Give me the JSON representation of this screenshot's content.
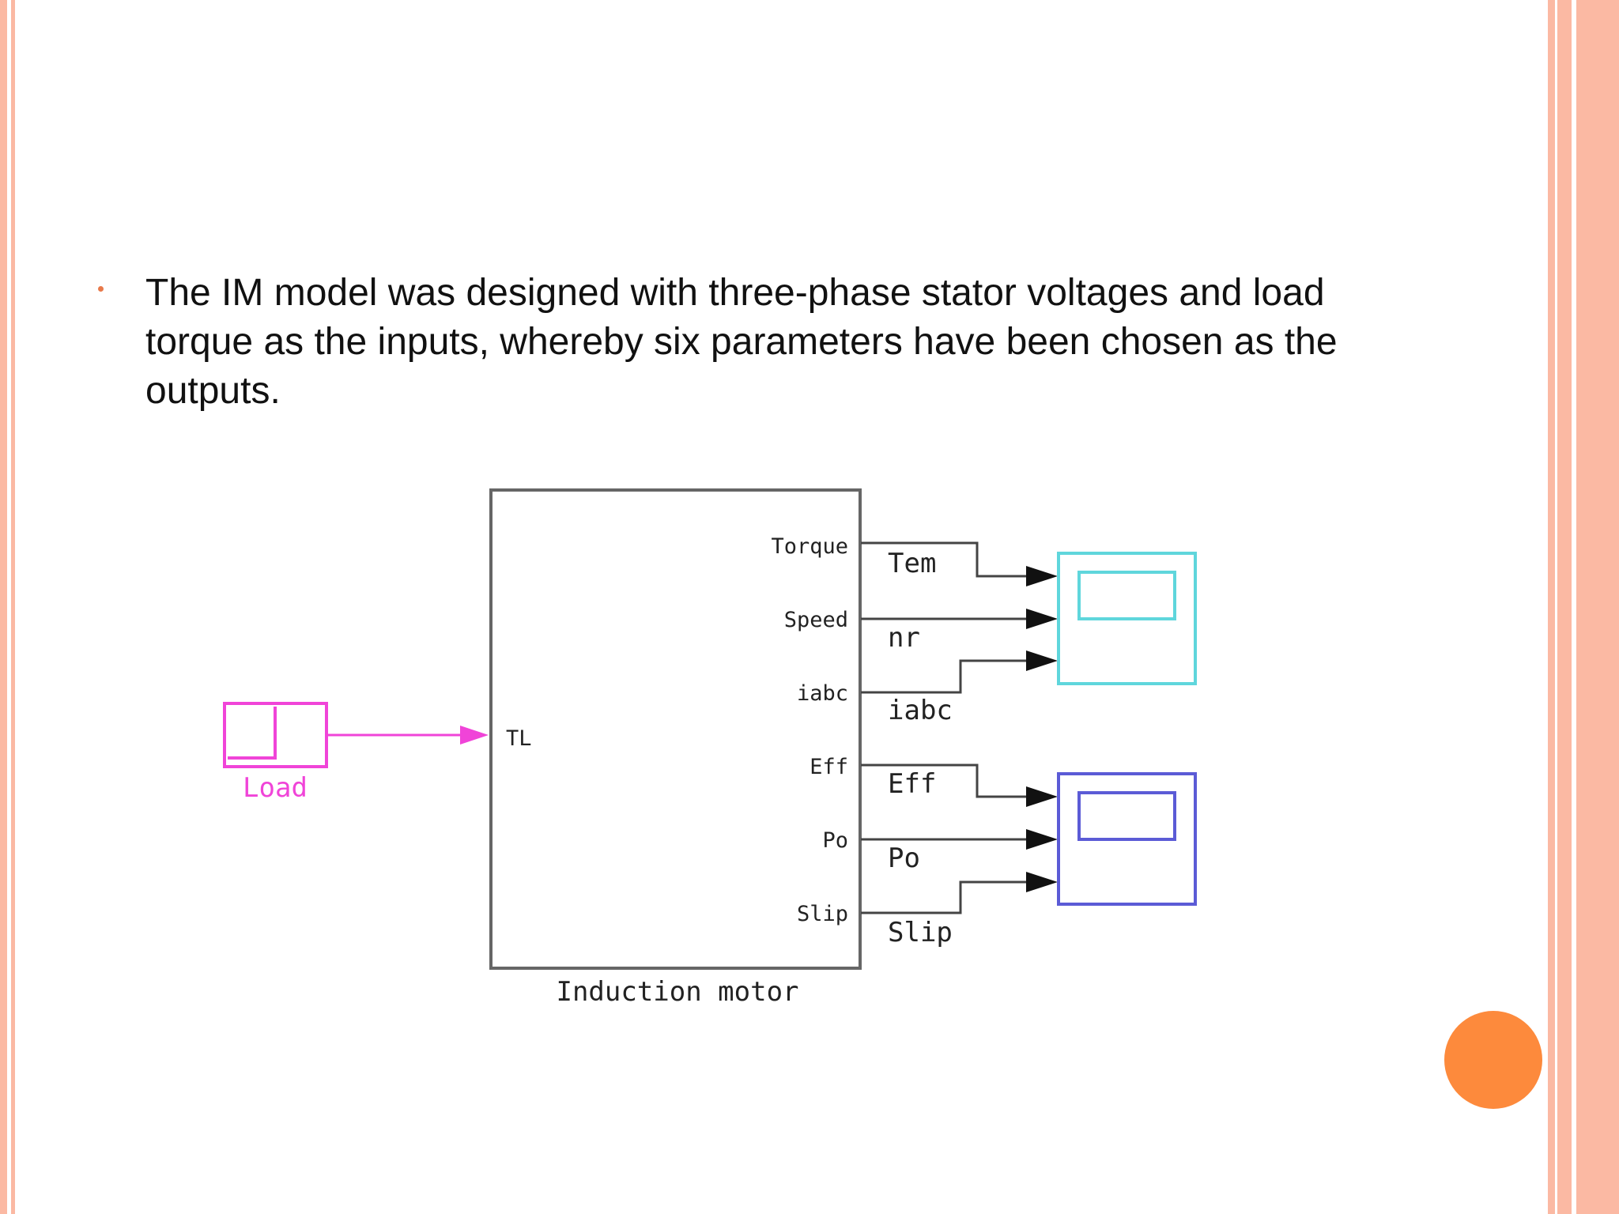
{
  "bullet_text": "The IM model was designed with three-phase stator voltages and load torque as the inputs, whereby six parameters have been chosen as the outputs.",
  "diagram": {
    "block_label": "Induction motor",
    "input_port": "TL",
    "load_label": "Load",
    "ports": [
      {
        "port": "Torque",
        "signal": "Tem"
      },
      {
        "port": "Speed",
        "signal": "nr"
      },
      {
        "port": "iabc",
        "signal": "iabc"
      },
      {
        "port": "Eff",
        "signal": "Eff"
      },
      {
        "port": "Po",
        "signal": "Po"
      },
      {
        "port": "Slip",
        "signal": "Slip"
      }
    ]
  },
  "colors": {
    "accent_orange": "#fd8a3c",
    "border_peach": "#fbb9a3",
    "load_magenta": "#f044d8",
    "scope1_cyan": "#5fd6dc",
    "scope2_blue": "#5b5bd6"
  }
}
